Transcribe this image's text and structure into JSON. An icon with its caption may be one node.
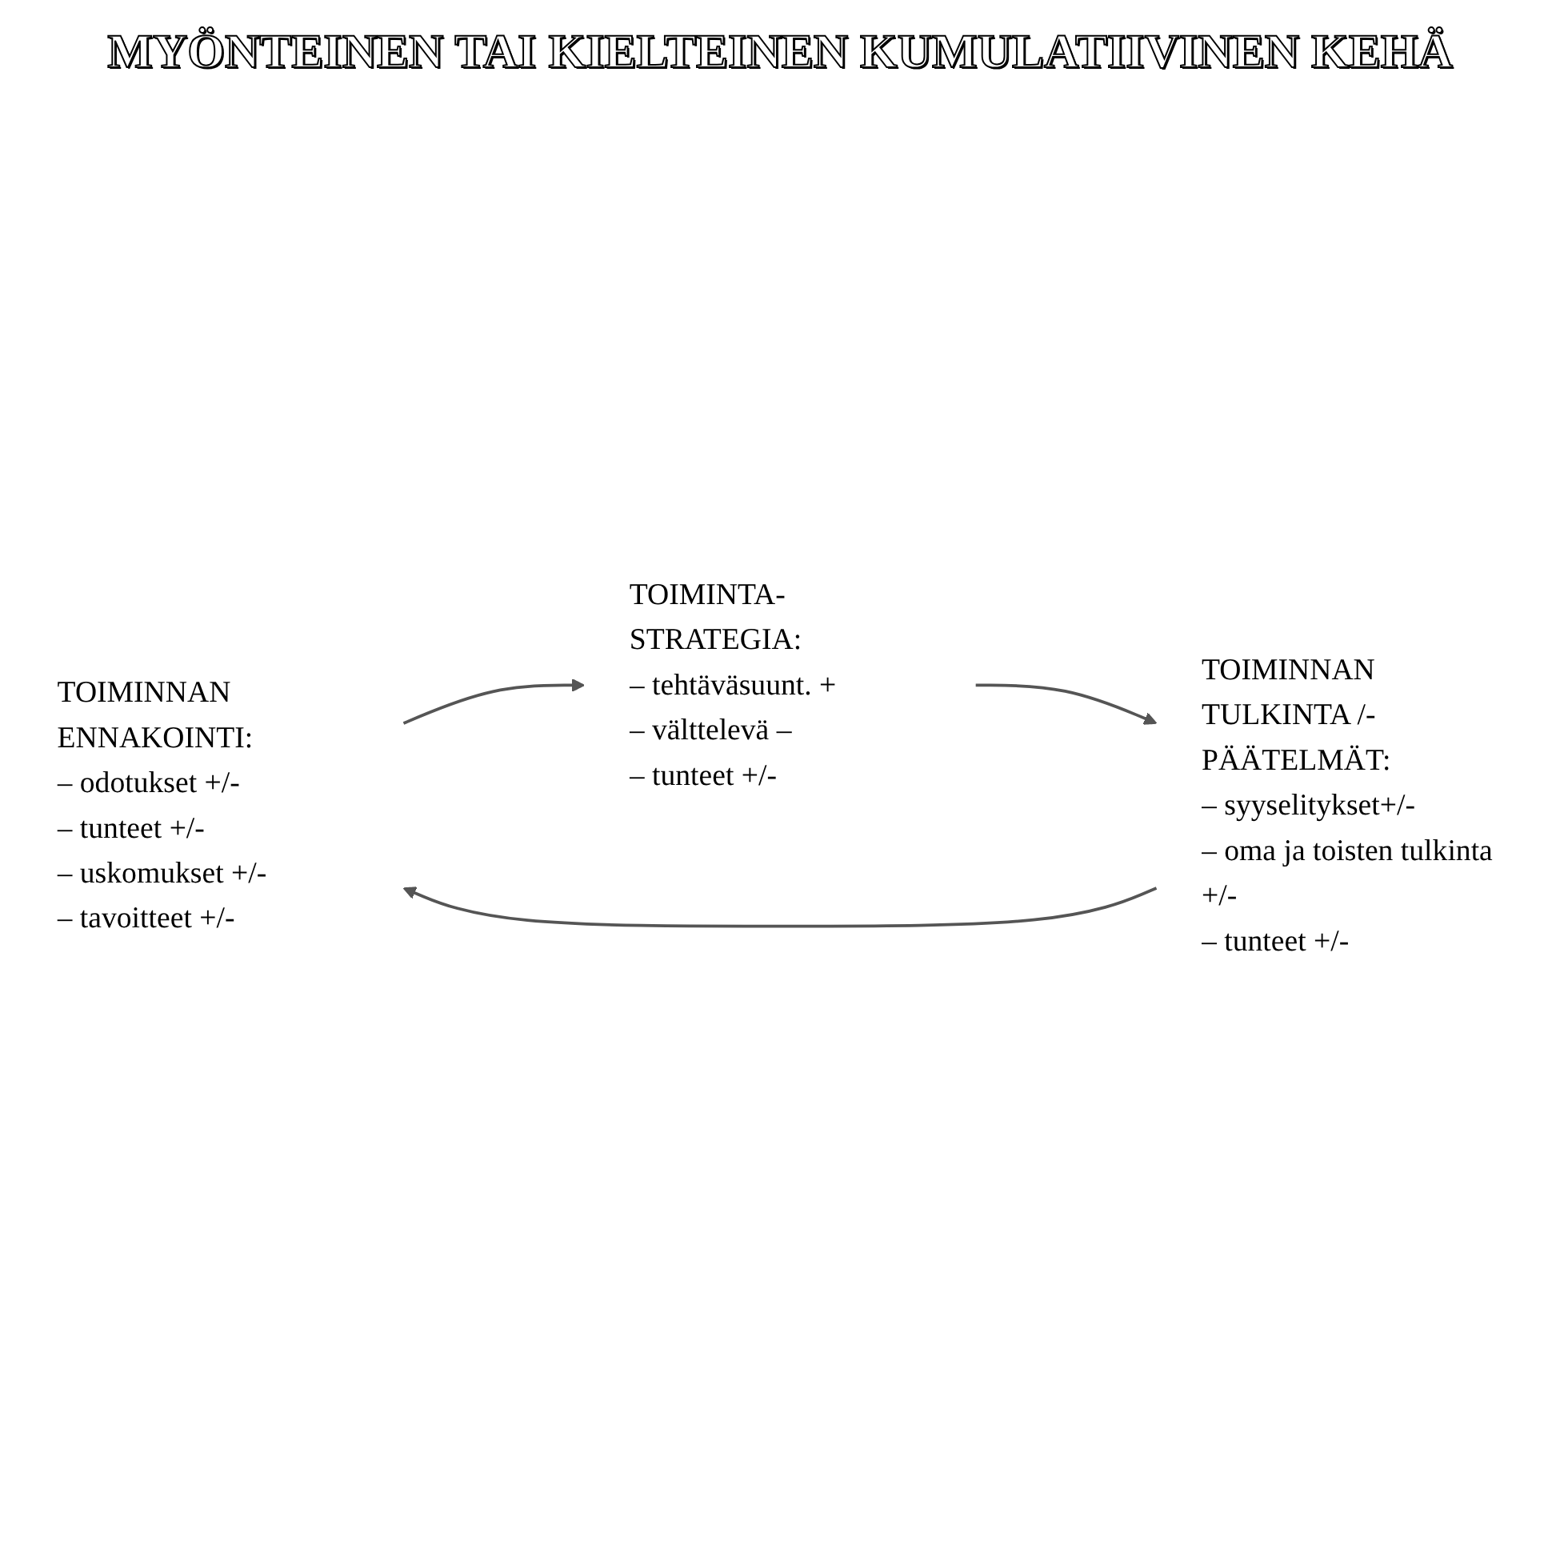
{
  "diagram": {
    "title": "MYÖNTEINEN TAI KIELTEINEN KUMULATIIVINEN KEHÄ",
    "nodes": [
      {
        "text": [
          "TOIMINNAN ENNAKOINTI:",
          "– odotukset +/-",
          "– tunteet +/-",
          "– uskomukset +/-",
          "– tavoitteet +/-"
        ]
      },
      {
        "text": [
          "TOIMINTA-STRATEGIA:",
          "– tehtäväsuunt. +",
          "– välttelevä –",
          "– tunteet +/-"
        ]
      },
      {
        "text": [
          "TOIMINNAN TULKINTA /-PÄÄTELMÄT:",
          "– syyselitykset+/-",
          "– oma ja toisten tulkinta +/-",
          "– tunteet +/-"
        ]
      }
    ],
    "edges": [
      {
        "from": 0,
        "to": 1,
        "arrow": "to"
      },
      {
        "from": 1,
        "to": 2,
        "arrow": "to"
      },
      {
        "from": 2,
        "to": 0,
        "arrow": "to"
      }
    ]
  }
}
